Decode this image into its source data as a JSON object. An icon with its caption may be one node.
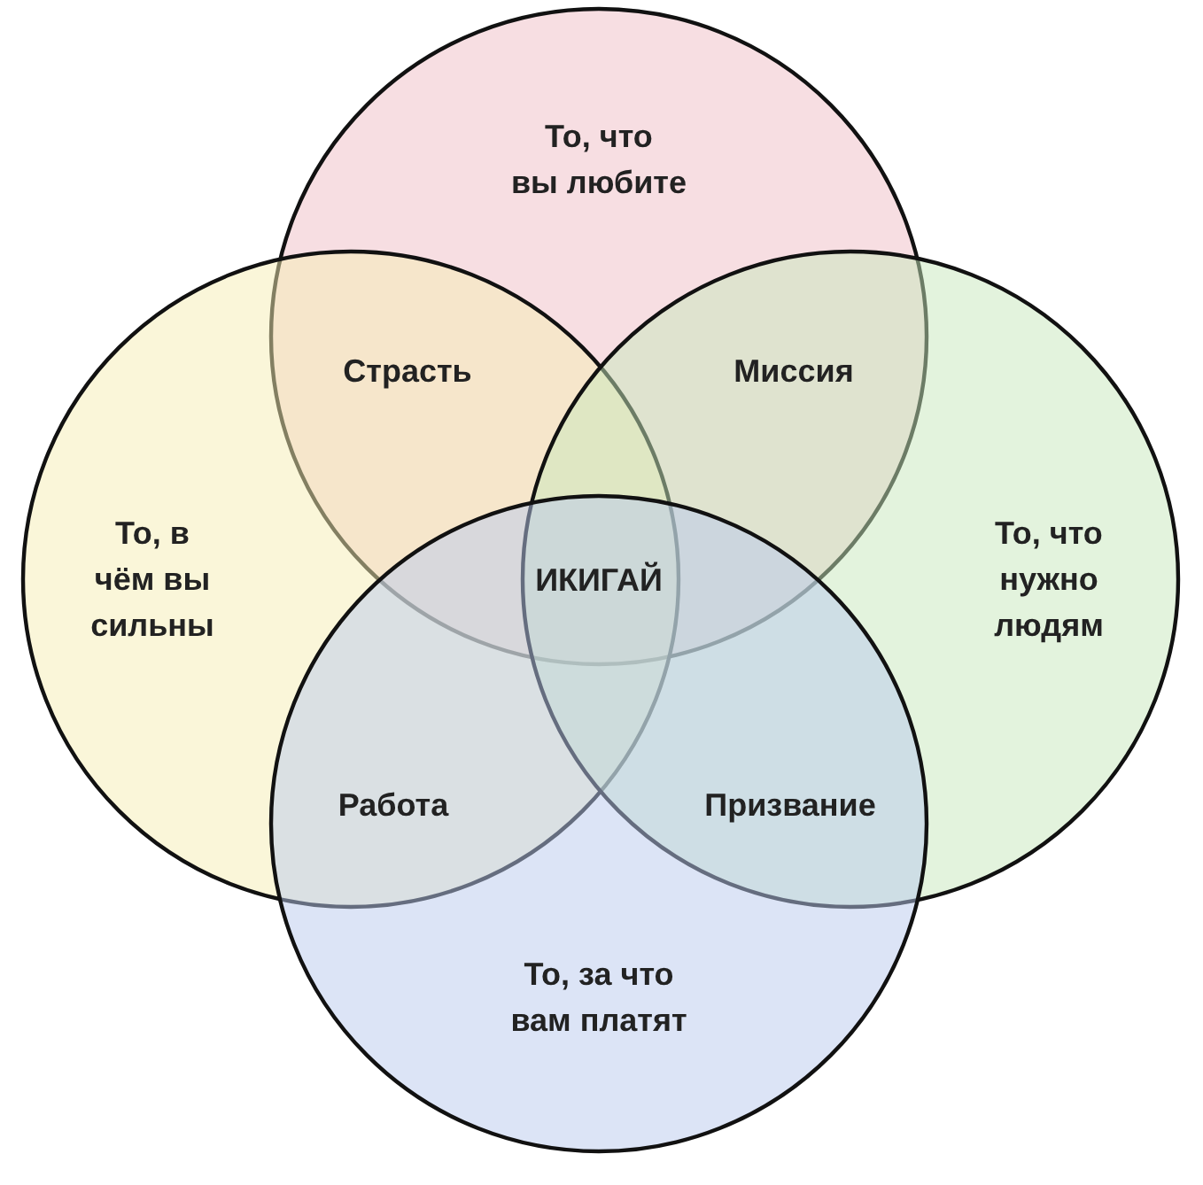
{
  "diagram": {
    "nodes": [
      {
        "text": [
          "То, что вы любите"
        ]
      },
      {
        "text": [
          "То, в чём вы сильны"
        ]
      },
      {
        "text": [
          "То, что нужно людям"
        ]
      },
      {
        "text": [
          "То, за что вам платят"
        ]
      }
    ],
    "labels": [
      "Страсть",
      "Миссия",
      "ИКИГАЙ",
      "Работа",
      "Призвание"
    ]
  }
}
